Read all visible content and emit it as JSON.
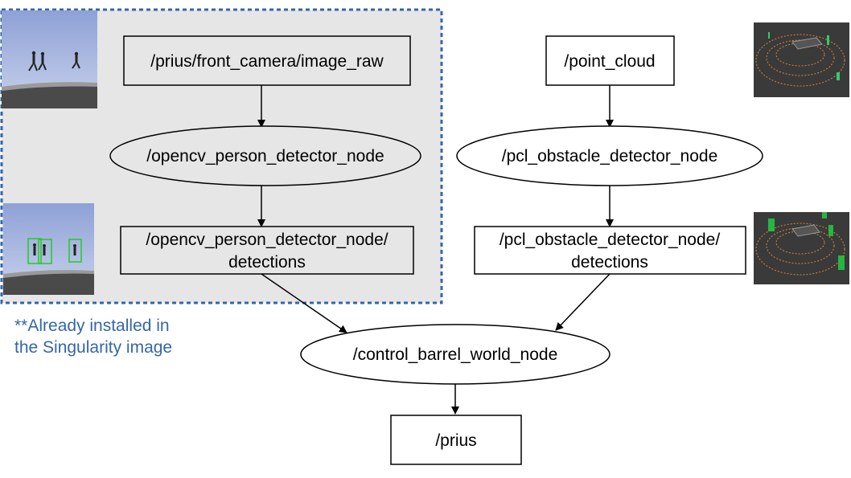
{
  "diagram": {
    "group_note": {
      "line1": "**Already installed in",
      "line2": "the Singularity image"
    },
    "nodes": {
      "camera_topic": "/prius/front_camera/image_raw",
      "person_detector": "/opencv_person_detector_node",
      "person_detections_line1": "/opencv_person_detector_node/",
      "person_detections_line2": "detections",
      "point_cloud": "/point_cloud",
      "obstacle_detector": "/pcl_obstacle_detector_node",
      "obstacle_detections_line1": "/pcl_obstacle_detector_node/",
      "obstacle_detections_line2": "detections",
      "control": "/control_barrel_world_node",
      "prius": "/prius"
    },
    "colors": {
      "group_fill": "#e6e6e6",
      "group_border": "#3566a8",
      "note_text": "#3566a8",
      "detection_box": "#22cc22",
      "lidar_points": "#d9843a"
    },
    "thumbnails": [
      "camera-raw-thumbnail",
      "camera-detections-thumbnail",
      "lidar-raw-thumbnail",
      "lidar-detections-thumbnail"
    ]
  }
}
